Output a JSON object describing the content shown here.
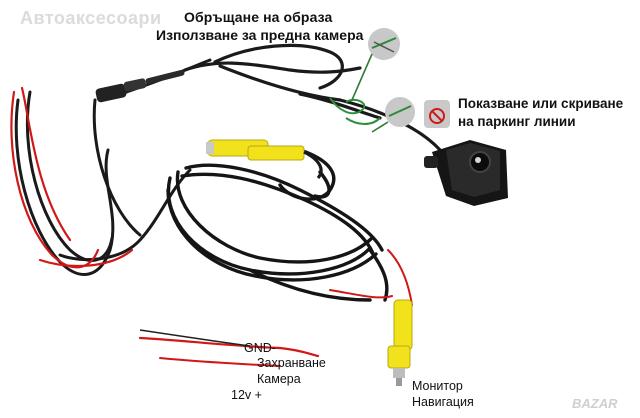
{
  "watermark": "Автоаксесоари",
  "labels": {
    "mirror_line1": "Обръщане на образа",
    "mirror_line2": "Използване за предна камера",
    "parking_line1": "Показване или скриване",
    "parking_line2": "на паркинг линии",
    "gnd": "GND-",
    "power": "Захранване",
    "camera": "Камера",
    "v12": "12v +",
    "monitor": "Монитор",
    "navigation": "Навигация"
  },
  "logo": "BAZAR",
  "colors": {
    "cable": "#1a1a1a",
    "red_wire": "#d01818",
    "rca_yellow": "#f2e21c",
    "green_loop": "#2f8f3a"
  },
  "icons": [
    "cut-wire-icon",
    "no-parking-lines-icon"
  ]
}
